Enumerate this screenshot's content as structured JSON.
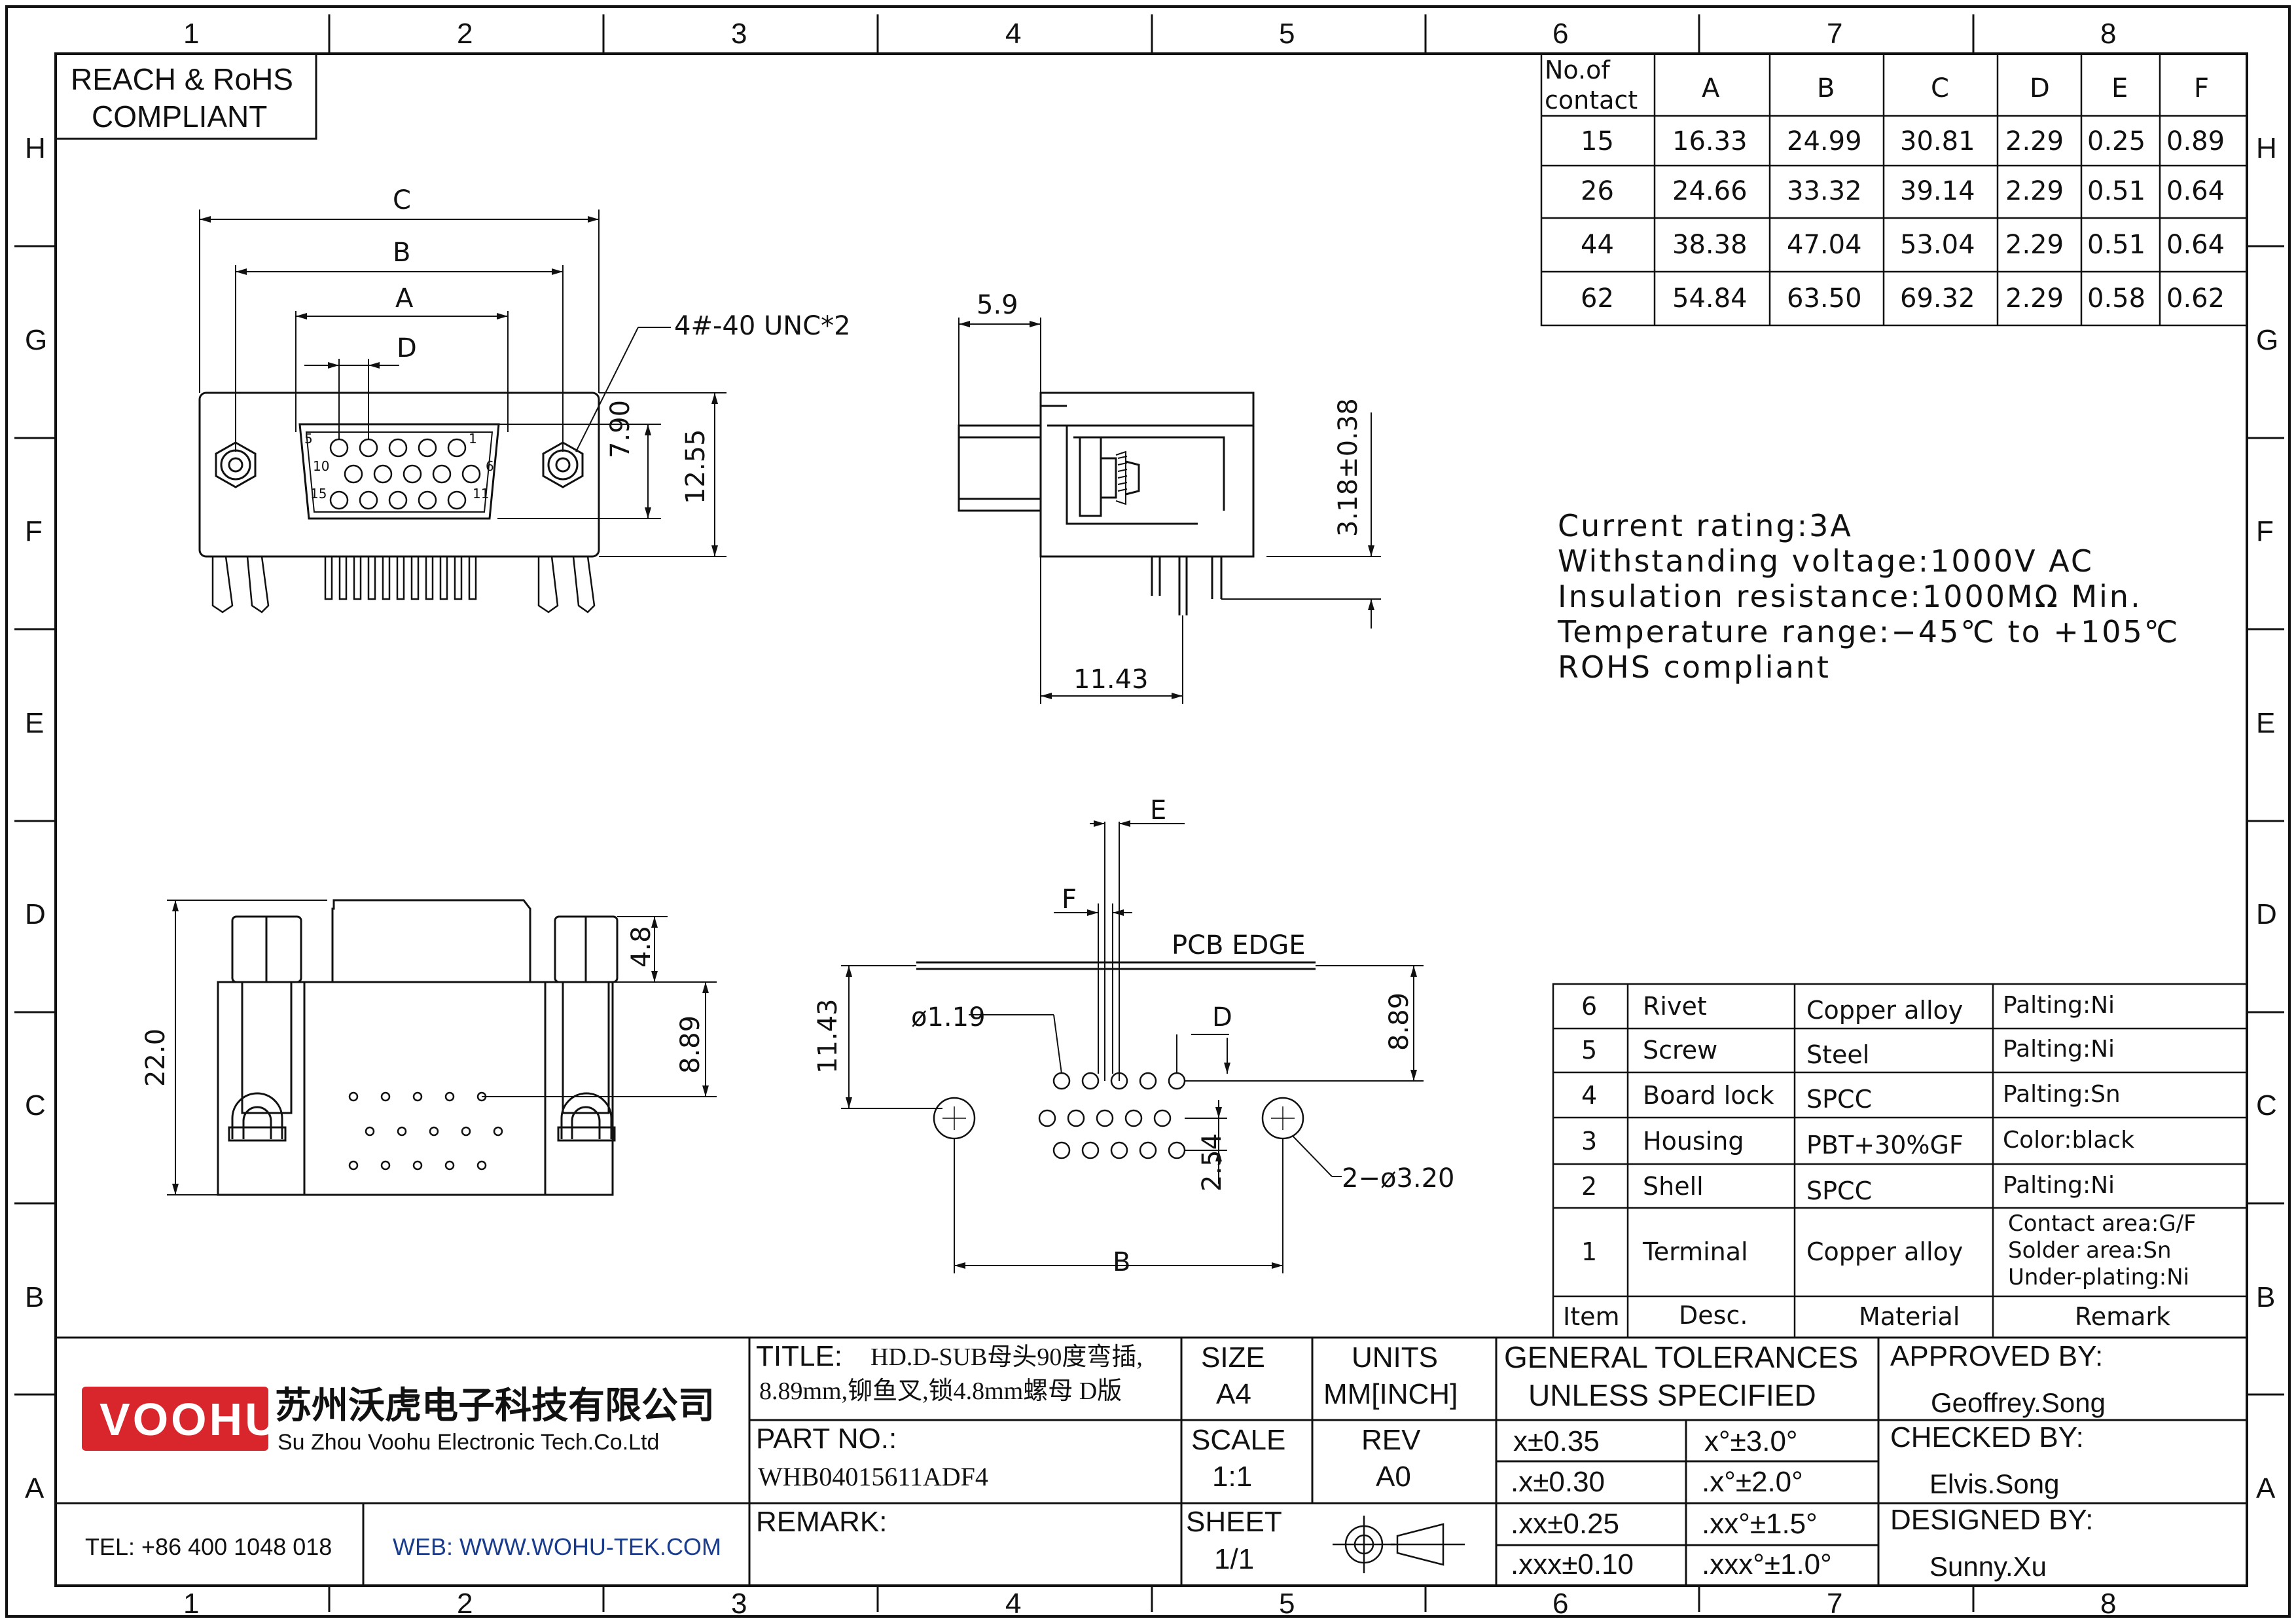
{
  "frame": {
    "col_labels": [
      "1",
      "2",
      "3",
      "4",
      "5",
      "6",
      "7",
      "8"
    ],
    "row_labels": [
      "H",
      "G",
      "F",
      "E",
      "D",
      "C",
      "B",
      "A"
    ]
  },
  "compliance": {
    "line1": "REACH & RoHS",
    "line2": "COMPLIANT"
  },
  "dim_table": {
    "header_contact_line1": "No.of",
    "header_contact_line2": "contact",
    "headers": [
      "A",
      "B",
      "C",
      "D",
      "E",
      "F"
    ],
    "rows": [
      {
        "contact": "15",
        "values": [
          "16.33",
          "24.99",
          "30.81",
          "2.29",
          "0.25",
          "0.89"
        ]
      },
      {
        "contact": "26",
        "values": [
          "24.66",
          "33.32",
          "39.14",
          "2.29",
          "0.51",
          "0.64"
        ]
      },
      {
        "contact": "44",
        "values": [
          "38.38",
          "47.04",
          "53.04",
          "2.29",
          "0.51",
          "0.64"
        ]
      },
      {
        "contact": "62",
        "values": [
          "54.84",
          "63.50",
          "69.32",
          "2.29",
          "0.58",
          "0.62"
        ]
      }
    ]
  },
  "specs": [
    "Current rating:3A",
    "Withstanding voltage:1000V AC",
    "Insulation resistance:1000MΩ Min.",
    "Temperature range:−45℃ to +105℃",
    "ROHS compliant"
  ],
  "front_view": {
    "dim_c": "C",
    "dim_b": "B",
    "dim_a": "A",
    "dim_d": "D",
    "thread": "4#-40 UNC*2",
    "h1": "7.90",
    "h2": "12.55",
    "pin_5": "5",
    "pin_1": "1",
    "pin_10": "10",
    "pin_6": "6",
    "pin_15": "15",
    "pin_11": "11"
  },
  "side_view": {
    "top": "5.9",
    "right": "3.18±0.38",
    "bottom": "11.43"
  },
  "bottom_view": {
    "left": "22.0",
    "top_right": "4.8",
    "right": "8.89"
  },
  "pcb_view": {
    "e": "E",
    "f": "F",
    "edge": "PCB EDGE",
    "hole": "ø1.19",
    "left": "11.43",
    "d": "D",
    "right": "8.89",
    "pitch": "2.54",
    "mount": "2−ø3.20",
    "b": "B"
  },
  "bom": {
    "rows": [
      {
        "item": "6",
        "desc": "Rivet",
        "material": "Copper alloy",
        "remark": [
          "Palting:Ni"
        ]
      },
      {
        "item": "5",
        "desc": "Screw",
        "material": "Steel",
        "remark": [
          "Palting:Ni"
        ]
      },
      {
        "item": "4",
        "desc": "Board lock",
        "material": "SPCC",
        "remark": [
          "Palting:Sn"
        ]
      },
      {
        "item": "3",
        "desc": "Housing",
        "material": "PBT+30%GF",
        "remark": [
          "Color:black"
        ]
      },
      {
        "item": "2",
        "desc": "Shell",
        "material": "SPCC",
        "remark": [
          "Palting:Ni"
        ]
      },
      {
        "item": "1",
        "desc": "Terminal",
        "material": "Copper alloy",
        "remark": [
          "Contact area:G/F",
          "Solder area:Sn",
          "Under-plating:Ni"
        ]
      }
    ],
    "headers": {
      "item": "Item",
      "desc": "Desc.",
      "material": "Material",
      "remark": "Remark"
    }
  },
  "title_block": {
    "logo": "VOOHU",
    "company_cn": "苏州沃虎电子科技有限公司",
    "company_en": "Su Zhou Voohu Electronic Tech.Co.Ltd",
    "tel": "TEL: +86 400 1048 018",
    "web": "WEB: WWW.WOHU-TEK.COM",
    "title_label": "TITLE:",
    "title_line1": "HD.D-SUB母头90度弯插,",
    "title_line2": "8.89mm,铆鱼叉,锁4.8mm螺母 D版",
    "part_label": "PART NO.:",
    "part_no": "WHB04015611ADF4",
    "remark_label": "REMARK:",
    "size_label": "SIZE",
    "size": "A4",
    "units_label": "UNITS",
    "units": "MM[INCH]",
    "scale_label": "SCALE",
    "scale": "1:1",
    "rev_label": "REV",
    "rev": "A0",
    "sheet_label": "SHEET",
    "sheet": "1/1",
    "tol_title1": "GENERAL TOLERANCES",
    "tol_title2": "UNLESS SPECIFIED",
    "tol": [
      [
        "x±0.35",
        "x°±3.0°"
      ],
      [
        ".x±0.30",
        ".x°±2.0°"
      ],
      [
        ".xx±0.25",
        ".xx°±1.5°"
      ],
      [
        ".xxx±0.10",
        ".xxx°±1.0°"
      ]
    ],
    "approved_label": "APPROVED BY:",
    "approved": "Geoffrey.Song",
    "checked_label": "CHECKED BY:",
    "checked": "Elvis.Song",
    "designed_label": "DESIGNED BY:",
    "designed": "Sunny.Xu"
  },
  "colors": {
    "logo_red": "#d9262c",
    "ink": "#111111",
    "web_blue": "#1a3c8c"
  }
}
